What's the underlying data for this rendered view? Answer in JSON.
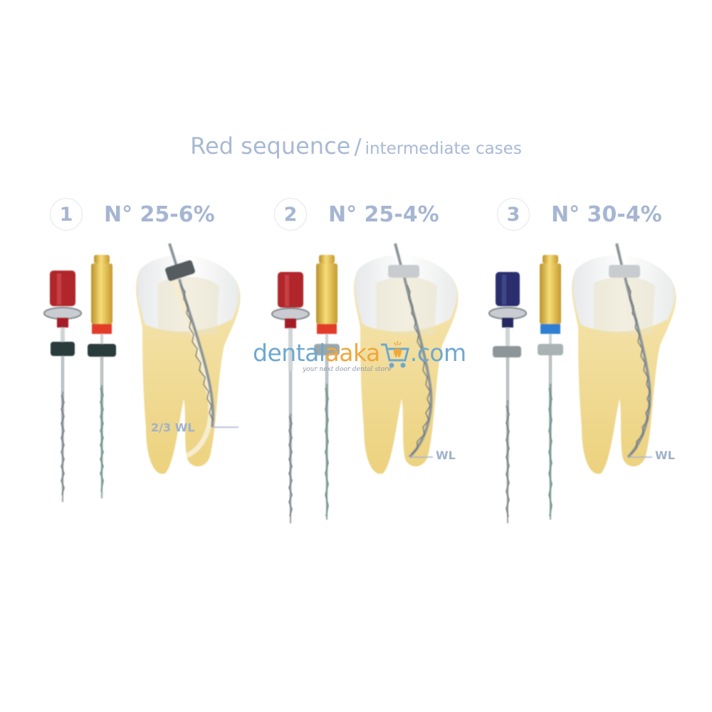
{
  "title": {
    "main": "Red sequence",
    "separator": "/",
    "subtitle": "intermediate cases"
  },
  "steps": [
    {
      "number": "1",
      "size": "N° 25-6%",
      "depth_label": "2/3 WL",
      "handle_color": "#b0252b",
      "ring_color": "#e23a2a",
      "stopper_color": "#2c3a3a"
    },
    {
      "number": "2",
      "size": "N° 25-4%",
      "depth_label": "WL",
      "handle_color": "#b0252b",
      "ring_color": "#e23a2a",
      "stopper_color": "#9aa7a8"
    },
    {
      "number": "3",
      "size": "N° 30-4%",
      "depth_label": "WL",
      "handle_color": "#2a2f6e",
      "ring_color": "#2f7fd3",
      "stopper_color": "#a9b3b4"
    }
  ],
  "watermark": {
    "word_start": "dental",
    "word_highlight": "aaka",
    "word_end": ".com",
    "tagline": "your next door dental store",
    "logo_icon": "cart-icon"
  },
  "colors": {
    "title": "#a9b9d4",
    "gold": "#e8c65a",
    "dentin": "#f1dc97",
    "enamel": "#f4f1ea"
  }
}
